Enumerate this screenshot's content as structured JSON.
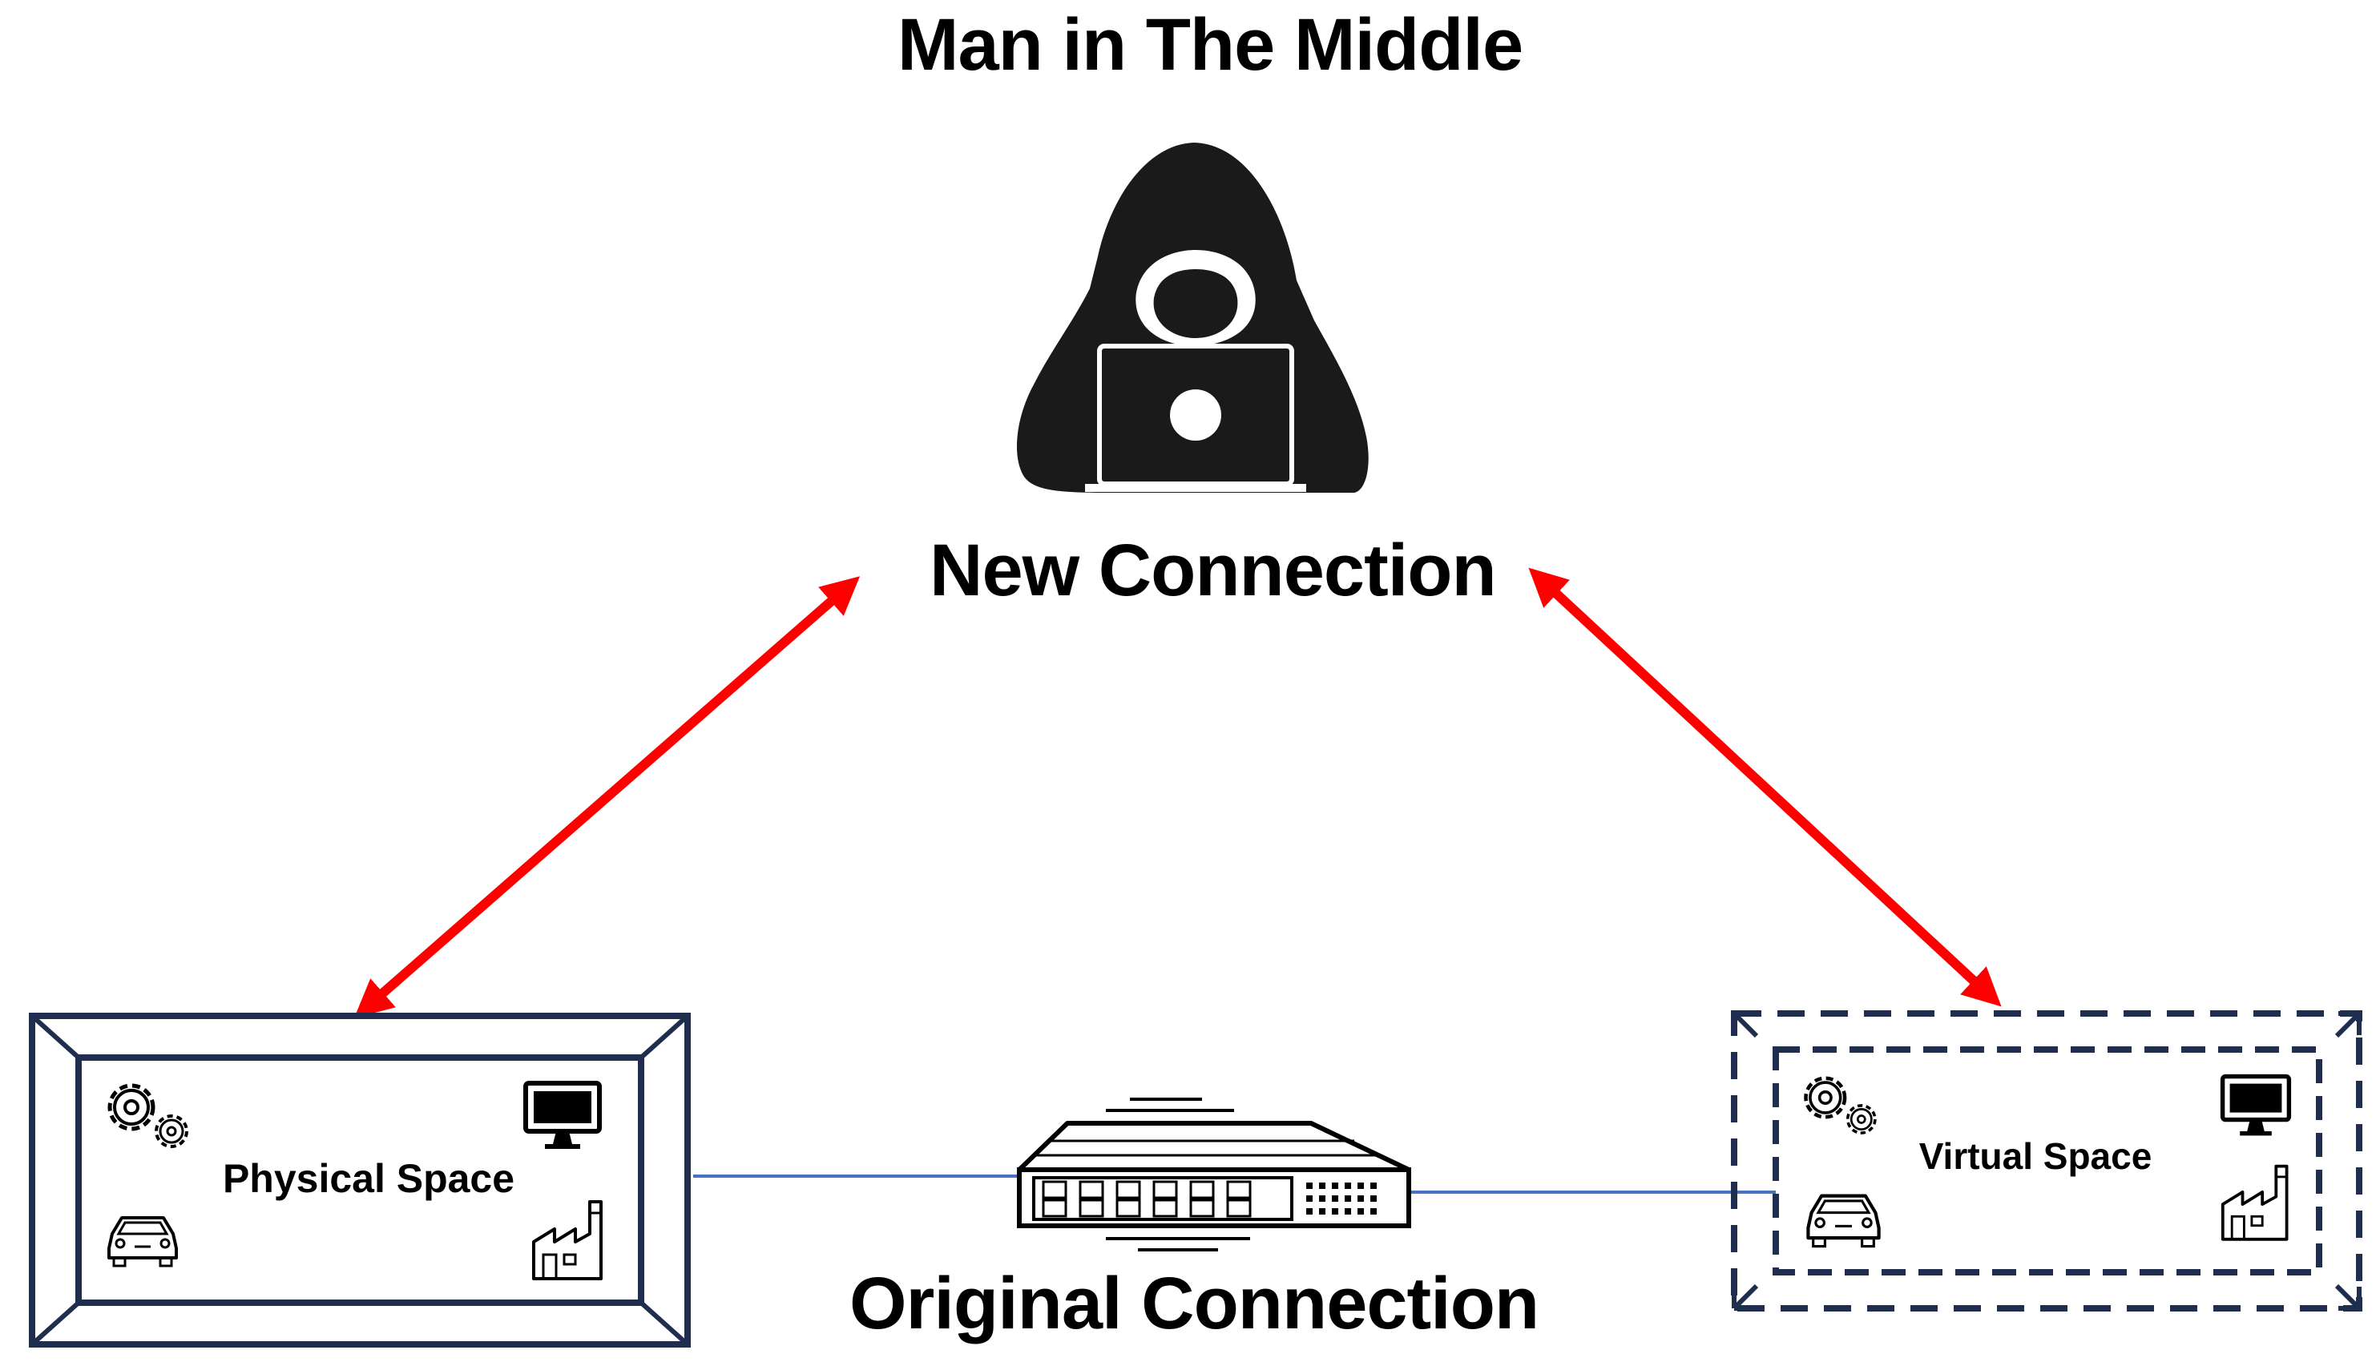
{
  "diagram": {
    "title": "Man in The Middle",
    "attacker": {
      "label": "New Connection",
      "icon": "hacker-laptop-icon"
    },
    "physical_space": {
      "label": "Physical Space",
      "icons": [
        "gears-icon",
        "monitor-icon",
        "car-icon",
        "factory-icon"
      ]
    },
    "virtual_space": {
      "label": "Virtual Space",
      "icons": [
        "gears-icon",
        "monitor-icon",
        "car-icon",
        "factory-icon"
      ]
    },
    "switch": {
      "label": "Original Connection",
      "icon": "network-switch-icon"
    },
    "colors": {
      "attack_arrow": "#ff0000",
      "original_link": "#4472c4",
      "box_border": "#1f2d4e",
      "icon": "#000000"
    }
  }
}
